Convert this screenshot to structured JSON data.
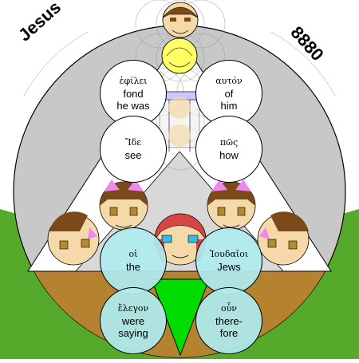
{
  "corner_labels": {
    "left": "Jesus",
    "right": "8880"
  },
  "words": [
    {
      "greek": "ἐφίλει",
      "english": [
        "fond",
        "he was"
      ]
    },
    {
      "greek": "αυτόν",
      "english": [
        "of",
        "him"
      ]
    },
    {
      "greek": "Ἴδε",
      "english": [
        "see"
      ]
    },
    {
      "greek": "πῶς",
      "english": [
        "how"
      ]
    },
    {
      "greek": "οἱ",
      "english": [
        "the"
      ]
    },
    {
      "greek": "Ἰουδαῖοι",
      "english": [
        "Jews"
      ]
    },
    {
      "greek": "ἔλεγον",
      "english": [
        "were",
        "saying"
      ]
    },
    {
      "greek": "οὖν",
      "english": [
        "there-",
        "fore"
      ]
    }
  ],
  "colors": {
    "sky": "#ffffff",
    "grass": "#55aa2b",
    "disc": "#c8c8c8",
    "ground": "#b5822f",
    "triangle": "#ffffff",
    "center_triangle": "#00dd00",
    "hair": "#7a4a1a",
    "skin": "#f5d9a8",
    "red_hair": "#d84545",
    "word_circle_aqua": "#afebf0",
    "halo_yellow": "#ffff66"
  }
}
